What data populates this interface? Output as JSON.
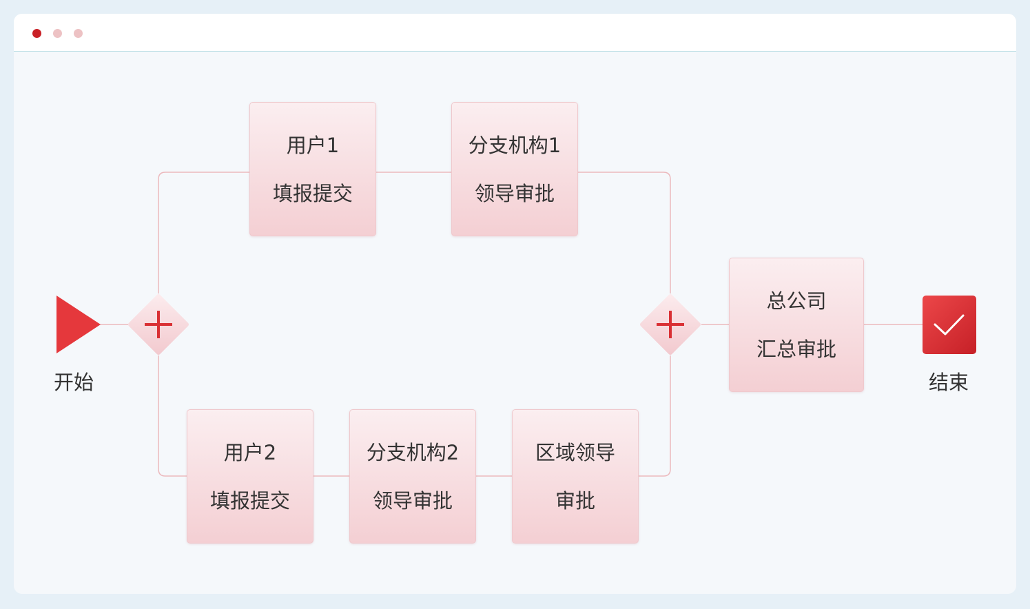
{
  "window": {
    "dot_colors": [
      "#c92127",
      "#edc2c4",
      "#edc2c4"
    ]
  },
  "start": {
    "label": "开始"
  },
  "end": {
    "label": "结束"
  },
  "nodes": {
    "user1": {
      "line1": "用户1",
      "line2": "填报提交"
    },
    "branch1": {
      "line1": "分支机构1",
      "line2": "领导审批"
    },
    "user2": {
      "line1": "用户2",
      "line2": "填报提交"
    },
    "branch2": {
      "line1": "分支机构2",
      "line2": "领导审批"
    },
    "region": {
      "line1": "区域领导",
      "line2": "审批"
    },
    "hq": {
      "line1": "总公司",
      "line2": "汇总审批"
    }
  },
  "gateways": {
    "split": {
      "symbol": "plus-icon"
    },
    "join": {
      "symbol": "plus-icon"
    }
  },
  "colors": {
    "accent": "#e5383c",
    "edge": "#ecb9bd",
    "node_top": "#fbeef0",
    "node_bottom": "#f4cfd3",
    "text": "#333333"
  }
}
